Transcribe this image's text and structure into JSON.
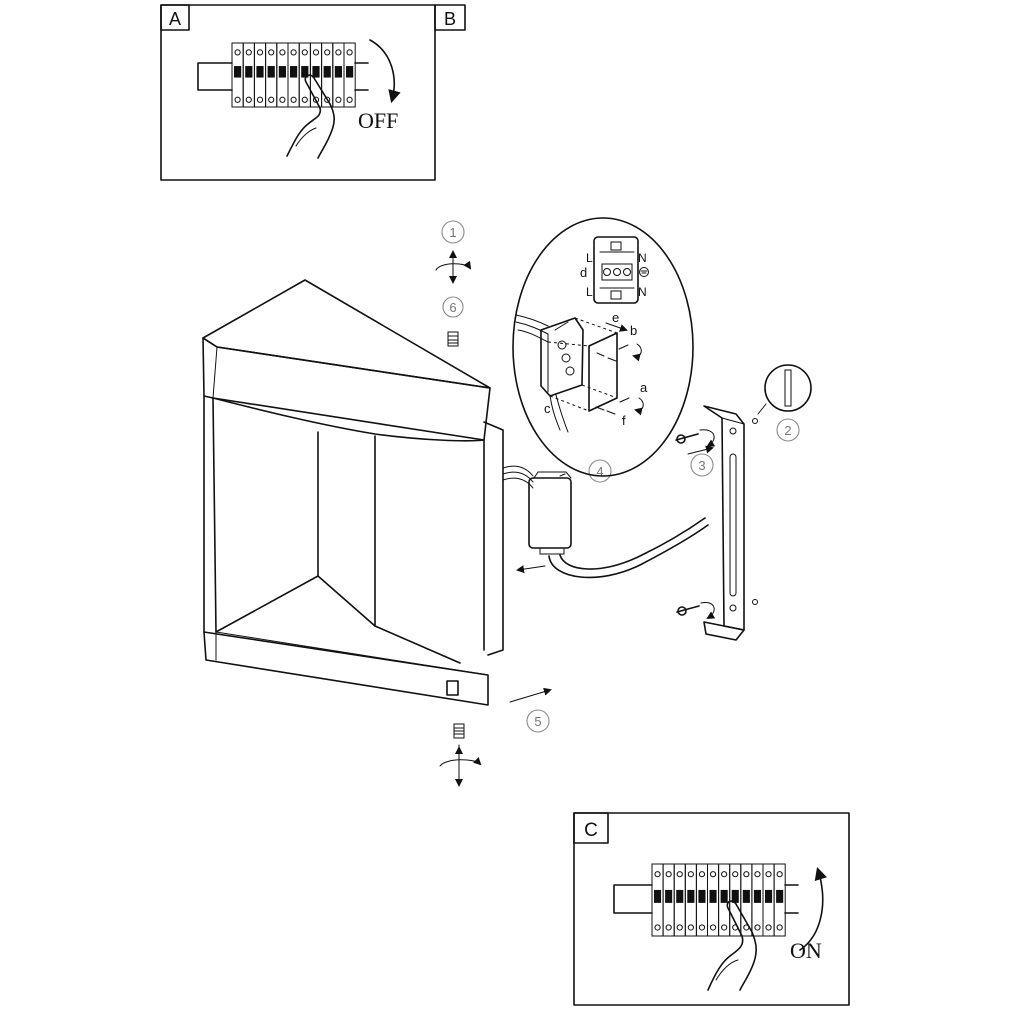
{
  "panels": {
    "a_label": "A",
    "b_label": "B",
    "c_label": "C",
    "off_text": "OFF",
    "on_text": "ON"
  },
  "steps": {
    "s1": "1",
    "s2": "2",
    "s3": "3",
    "s4": "4",
    "s5": "5",
    "s6": "6"
  },
  "wiring": {
    "L_top": "L",
    "N_top": "N",
    "L_bottom": "L",
    "N_bottom": "N",
    "a": "a",
    "b": "b",
    "c": "c",
    "d": "d",
    "e": "e",
    "f": "f"
  },
  "icons": [
    "breaker-panel-icon",
    "hand-icon",
    "rotate-arrow-icon",
    "screw-icon",
    "wall-plug-icon",
    "mounting-bracket-icon",
    "junction-box-icon",
    "wall-lamp-icon",
    "ground-symbol-icon"
  ]
}
